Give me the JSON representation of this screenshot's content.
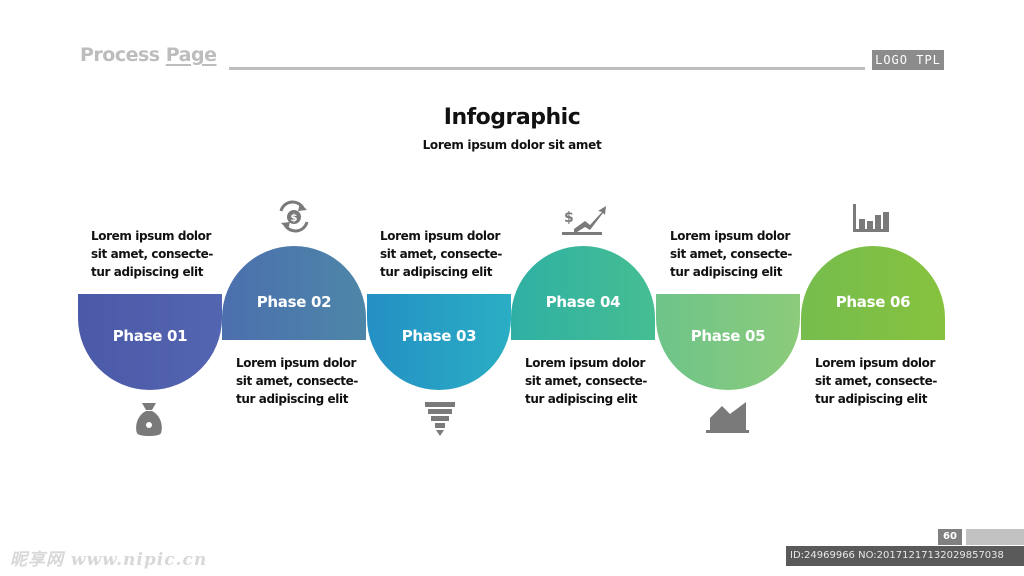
{
  "header": {
    "title_word1": "Process",
    "title_word2": "Page",
    "logo": "LOGO TPL"
  },
  "infographic": {
    "title": "Infographic",
    "subtitle": "Lorem ipsum dolor sit amet"
  },
  "phases": [
    {
      "label": "Phase 01",
      "color": "#4f5ea9",
      "icon": "money-bag-icon",
      "desc": [
        "Lorem ipsum dolor",
        "sit amet, consecte-",
        "tur adipiscing elit"
      ]
    },
    {
      "label": "Phase 02",
      "color": "#4a7ca8",
      "icon": "dollar-refresh-icon",
      "desc": [
        "Lorem ipsum dolor",
        "sit amet, consecte-",
        "tur adipiscing elit"
      ]
    },
    {
      "label": "Phase 03",
      "color": "#27a0c7",
      "icon": "funnel-icon",
      "desc": [
        "Lorem ipsum dolor",
        "sit amet, consecte-",
        "tur adipiscing elit"
      ]
    },
    {
      "label": "Phase 04",
      "color": "#3db89b",
      "icon": "growth-chart-icon",
      "desc": [
        "Lorem ipsum dolor",
        "sit amet, consecte-",
        "tur adipiscing elit"
      ]
    },
    {
      "label": "Phase 05",
      "color": "#7fc67f",
      "icon": "area-chart-icon",
      "desc": [
        "Lorem ipsum dolor",
        "sit amet, consecte-",
        "tur adipiscing elit"
      ]
    },
    {
      "label": "Phase 06",
      "color": "#7dbf45",
      "icon": "bar-chart-icon",
      "desc": [
        "Lorem ipsum dolor",
        "sit amet, consecte-",
        "tur adipiscing elit"
      ]
    }
  ],
  "footer": {
    "page_number": "60",
    "id_text": "ID:24969966 NO:20171217132029857038",
    "watermark": "昵享网 www.nipic.cn"
  }
}
